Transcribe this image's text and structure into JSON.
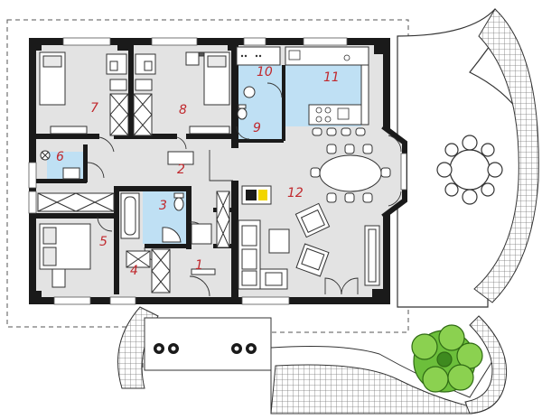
{
  "plan": {
    "colors": {
      "wall": "#1a1a1a",
      "floor": "#e3e3e3",
      "wet": "#bfe0f4",
      "label": "#c0282d",
      "fireplace": "#f2d500",
      "tree": "#6cbf3b",
      "treeDark": "#3e8a1f",
      "dash": "#555555"
    },
    "icons": [
      "bed-icon",
      "bathtub-icon",
      "toilet-icon",
      "sink-icon",
      "stove-icon",
      "fireplace-icon",
      "sofa-icon",
      "armchair-icon",
      "dining-table-icon",
      "tree-icon",
      "door-icon"
    ],
    "rooms": [
      {
        "id": "r1",
        "label": "1"
      },
      {
        "id": "r2",
        "label": "2"
      },
      {
        "id": "r3",
        "label": "3"
      },
      {
        "id": "r4",
        "label": "4"
      },
      {
        "id": "r5",
        "label": "5"
      },
      {
        "id": "r6",
        "label": "6"
      },
      {
        "id": "r7",
        "label": "7"
      },
      {
        "id": "r8",
        "label": "8"
      },
      {
        "id": "r9",
        "label": "9"
      },
      {
        "id": "r10",
        "label": "10"
      },
      {
        "id": "r11",
        "label": "11"
      },
      {
        "id": "r12",
        "label": "12"
      }
    ]
  }
}
